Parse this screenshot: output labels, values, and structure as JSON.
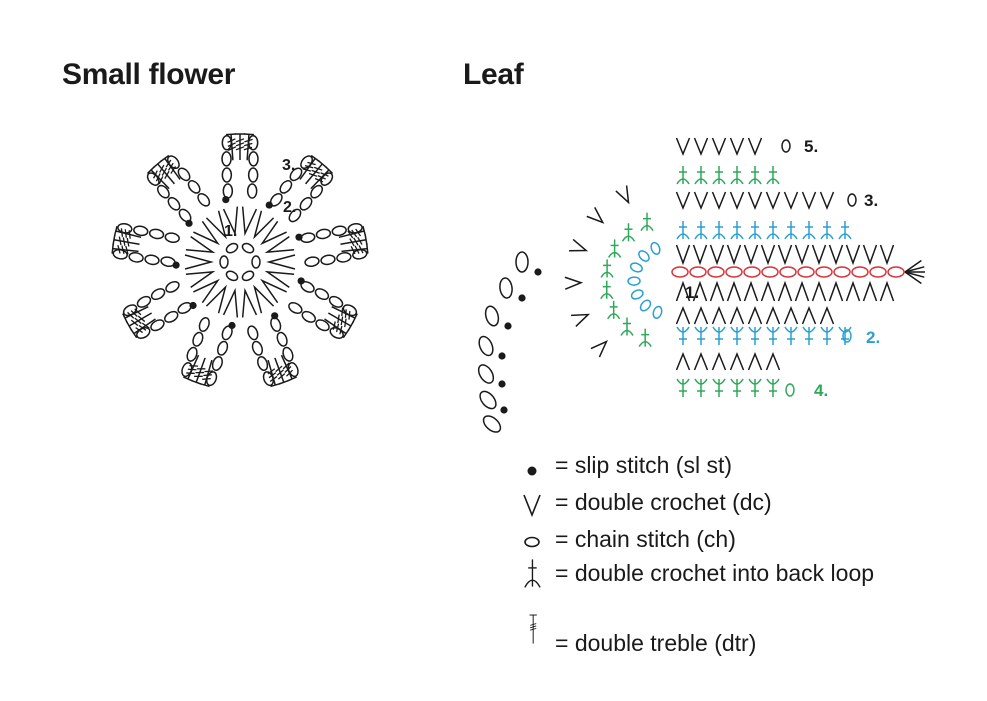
{
  "titles": {
    "flower": "Small flower",
    "leaf": "Leaf"
  },
  "flower": {
    "labels": [
      "1.",
      "2.",
      "3."
    ]
  },
  "leaf": {
    "labels": [
      {
        "text": "1.",
        "color": "#1a1a1a"
      },
      {
        "text": "2.",
        "color": "#2aa0d0"
      },
      {
        "text": "3.",
        "color": "#1a1a1a"
      },
      {
        "text": "4.",
        "color": "#2fa85a"
      },
      {
        "text": "5.",
        "color": "#1a1a1a"
      }
    ]
  },
  "colors": {
    "ink": "#1a1a1a",
    "blue": "#2aa0d0",
    "green": "#2fa85a",
    "red": "#d9343a"
  },
  "legend": [
    {
      "icon": "slip-stitch-icon",
      "text": "= slip stitch (sl st)"
    },
    {
      "icon": "double-crochet-icon",
      "text": "= double crochet (dc)"
    },
    {
      "icon": "chain-stitch-icon",
      "text": "= chain stitch (ch)"
    },
    {
      "icon": "back-loop-dc-icon",
      "text": "= double crochet into back loop"
    },
    {
      "icon": "double-treble-icon",
      "text": "= double treble (dtr)"
    }
  ]
}
